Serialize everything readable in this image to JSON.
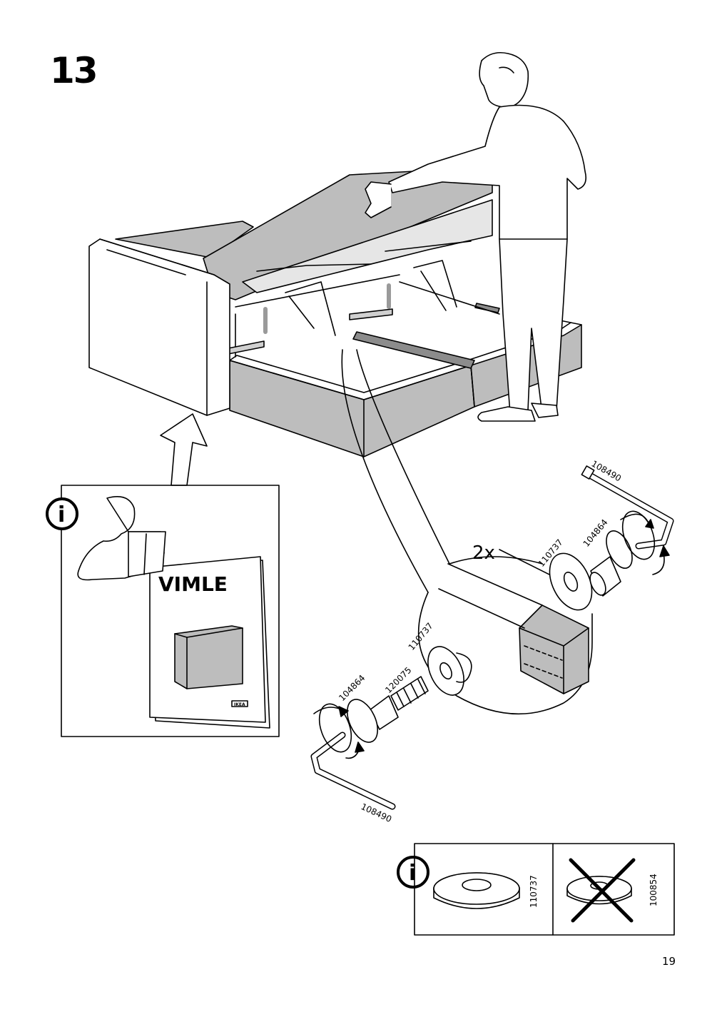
{
  "step_number": "13",
  "page_number": "19",
  "multiplier": "2x",
  "parts": {
    "washer": "110737",
    "cap_nut": "104864",
    "bolt": "120075",
    "allen_key": "108490",
    "wrong_washer": "100854"
  },
  "booklet": {
    "title": "VIMLE",
    "brand": "IKEA"
  },
  "icons": {
    "info": "i"
  }
}
